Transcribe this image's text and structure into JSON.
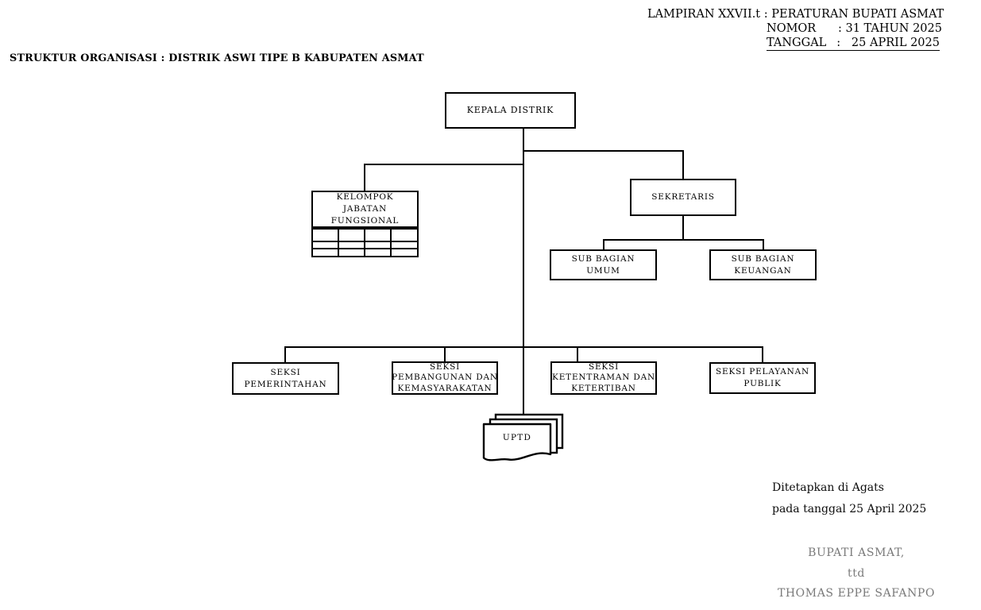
{
  "header": {
    "lampiran_line": "LAMPIRAN XXVII.t : PERATURAN BUPATI ASMAT",
    "nomor_label": "NOMOR",
    "nomor_value": ": 31 TAHUN 2025",
    "tanggal_label": "TANGGAL",
    "tanggal_value": ":   25 APRIL 2025"
  },
  "title": "STRUKTUR ORGANISASI : DISTRIK ASWI TIPE B KABUPATEN ASMAT",
  "org": {
    "kepala_distrik": "KEPALA DISTRIK",
    "kelompok_jabatan_fungsional": "KELOMPOK\nJABATAN\nFUNGSIONAL",
    "sekretaris": "SEKRETARIS",
    "sub_bagian_umum": "SUB BAGIAN\nUMUM",
    "sub_bagian_keuangan": "SUB BAGIAN\nKEUANGAN",
    "seksi_pemerintahan": "SEKSI\nPEMERINTAHAN",
    "seksi_pembangunan": "SEKSI\nPEMBANGUNAN DAN\nKEMASYARAKATAN",
    "seksi_ketentraman": "SEKSI\nKETENTRAMAN DAN\nKETERTIBAN",
    "seksi_pelayanan": "SEKSI PELAYANAN\nPUBLIK",
    "uptd": "UPTD"
  },
  "footer": {
    "ditetapkan": "Ditetapkan di Agats",
    "pada_tanggal": "pada tanggal 25 April 2025",
    "signature_block": "BUPATI ASMAT,\nttd\nTHOMAS EPPE SAFANPO"
  },
  "colors": {
    "ink": "#000000",
    "signature_gray": "#7a7a7a",
    "background": "#ffffff"
  }
}
